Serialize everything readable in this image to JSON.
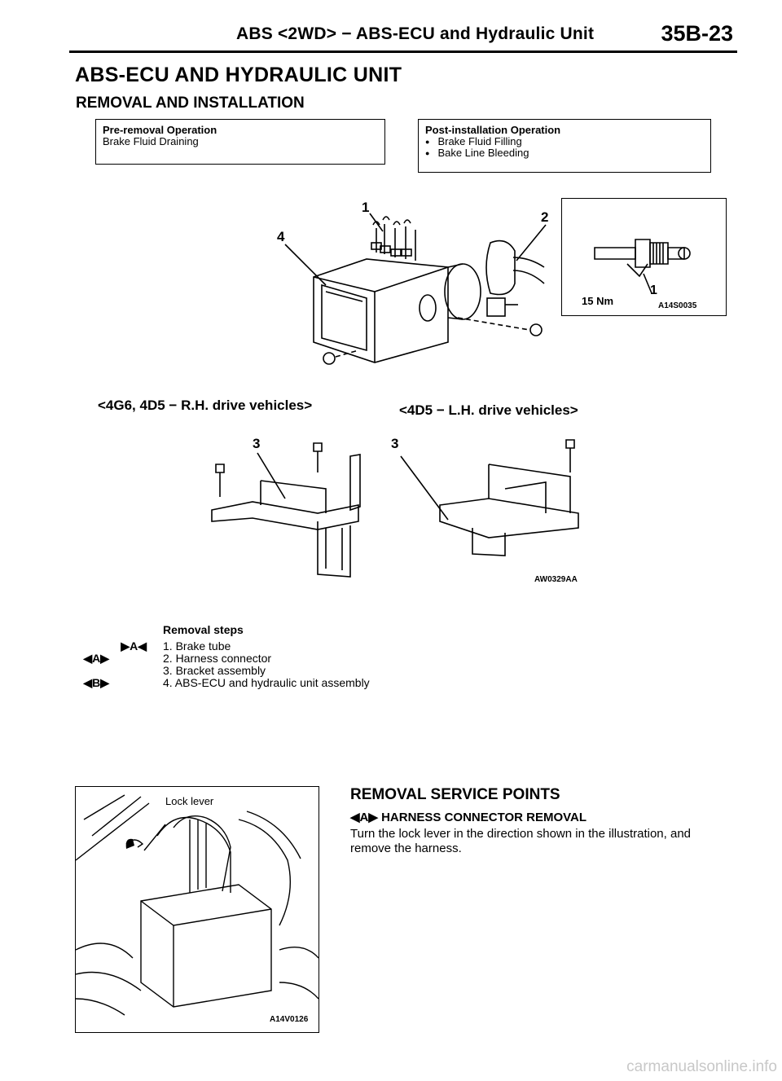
{
  "header": {
    "title": "ABS <2WD> − ABS-ECU and Hydraulic Unit",
    "page": "35B-23"
  },
  "section_title": "ABS-ECU AND HYDRAULIC UNIT",
  "subsection_title": "REMOVAL AND INSTALLATION",
  "pre_removal": {
    "title": "Pre-removal Operation",
    "items": [
      "Brake Fluid Draining"
    ]
  },
  "post_installation": {
    "title": "Post-installation Operation",
    "items": [
      "Brake Fluid Filling",
      "Bake Line Bleeding"
    ]
  },
  "figure_main": {
    "callouts": [
      "1",
      "2",
      "4"
    ],
    "inset_callout": "1",
    "torque": "15 Nm",
    "inset_code": "A14S0035",
    "caption_rh": "<4G6, 4D5 − R.H. drive vehicles>",
    "caption_lh": "<4D5 − L.H. drive vehicles>",
    "bracket_callout_rh": "3",
    "bracket_callout_lh": "3",
    "code": "AW0329AA"
  },
  "removal_steps": {
    "title": "Removal steps",
    "steps": [
      {
        "mark": "▶A◀",
        "text": "1. Brake tube"
      },
      {
        "mark": "◀A▶",
        "text": "2. Harness connector"
      },
      {
        "mark": "",
        "text": "3. Bracket assembly"
      },
      {
        "mark": "◀B▶",
        "text": "4. ABS-ECU and hydraulic unit assembly"
      }
    ]
  },
  "service_points": {
    "title": "REMOVAL SERVICE POINTS",
    "subtitle": "◀A▶ HARNESS CONNECTOR REMOVAL",
    "body": "Turn the lock lever in the direction shown in the illustration, and remove the harness."
  },
  "photo": {
    "label": "Lock lever",
    "code": "A14V0126"
  },
  "watermark": "carmanualsonline.info"
}
